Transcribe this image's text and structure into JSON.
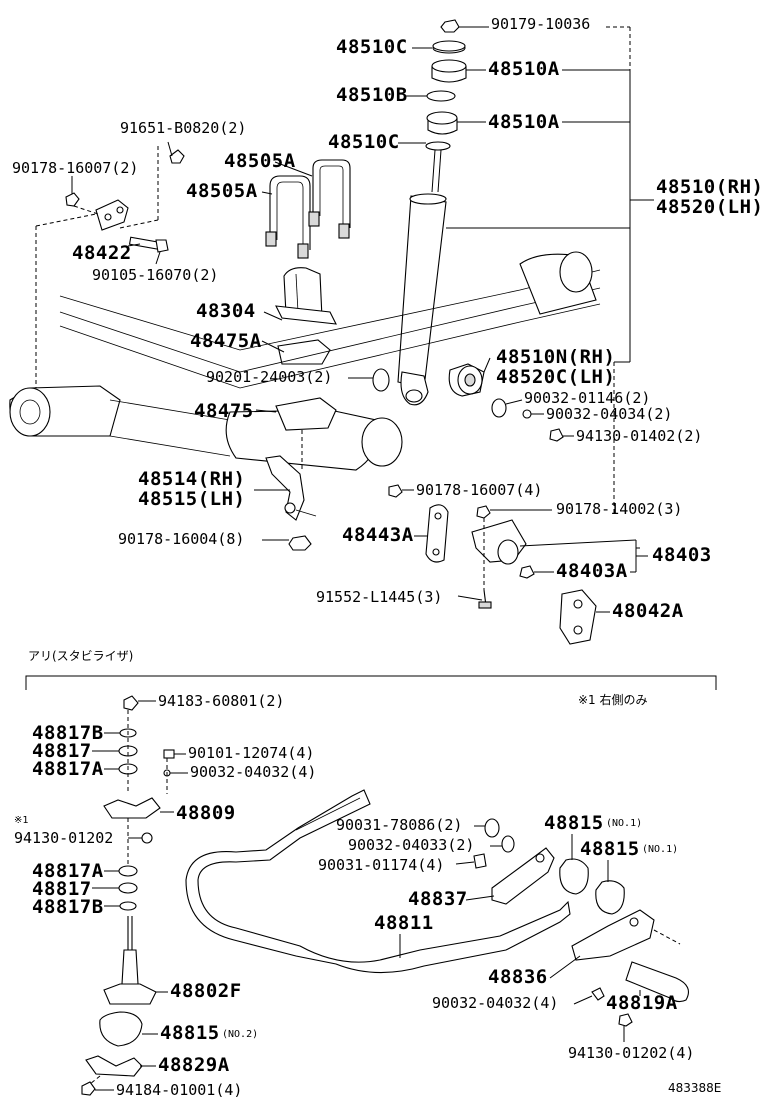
{
  "labels": {
    "p90179_10036": "90179-10036",
    "p48510C_top": "48510C",
    "p48510A_top": "48510A",
    "p48510B": "48510B",
    "p48510A_mid": "48510A",
    "p48510C_mid": "48510C",
    "p91651": "91651-B0820(2)",
    "p48505A_1": "48505A",
    "p48505A_2": "48505A",
    "p90178_16007_2": "90178-16007(2)",
    "p48510RH": "48510(RH)",
    "p48520LH": "48520(LH)",
    "p48422": "48422",
    "p90105": "90105-16070(2)",
    "p48304": "48304",
    "p48475A": "48475A",
    "p48510N": "48510N(RH)",
    "p48520C": "48520C(LH)",
    "p90201": "90201-24003(2)",
    "p90032_01146": "90032-01146(2)",
    "p48475": "48475",
    "p90032_04034": "90032-04034(2)",
    "p94130_01402": "94130-01402(2)",
    "p48514": "48514(RH)",
    "p48515": "48515(LH)",
    "p90178_16007_4": "90178-16007(4)",
    "p90178_14002": "90178-14002(3)",
    "p90178_16004": "90178-16004(8)",
    "p48443A": "48443A",
    "p48403": "48403",
    "p48403A": "48403A",
    "p91552": "91552-L1445(3)",
    "p48042A": "48042A",
    "p94183": "94183-60801(2)",
    "p48817B_1": "48817B",
    "p48817_1": "48817",
    "p48817A_1": "48817A",
    "p90101": "90101-12074(4)",
    "p90032_04032_4a": "90032-04032(4)",
    "p48809": "48809",
    "p94130_01202": "94130-01202",
    "p90031_78086": "90031-78086(2)",
    "p48815_no1a": "48815",
    "p90032_04033": "90032-04033(2)",
    "p48815_no1b": "48815",
    "p90031_01174": "90031-01174(4)",
    "p48817A_2": "48817A",
    "p48817_2": "48817",
    "p48817B_2": "48817B",
    "p48837": "48837",
    "p48811": "48811",
    "p48836": "48836",
    "p48802F": "48802F",
    "p90032_04032_4b": "90032-04032(4)",
    "p48819A": "48819A",
    "p48815_no2": "48815",
    "p94130_01202_4": "94130-01202(4)",
    "p48829A": "48829A",
    "p94184": "94184-01001(4)"
  },
  "notes": {
    "no1a": "(NO.1)",
    "no1b": "(NO.1)",
    "no2": "(NO.2)",
    "star1": "※1",
    "star1_right": "※1 右側のみ"
  },
  "section": {
    "stabilizer_title": "アリ(スタビライザ)"
  },
  "figure_code": "483388E"
}
